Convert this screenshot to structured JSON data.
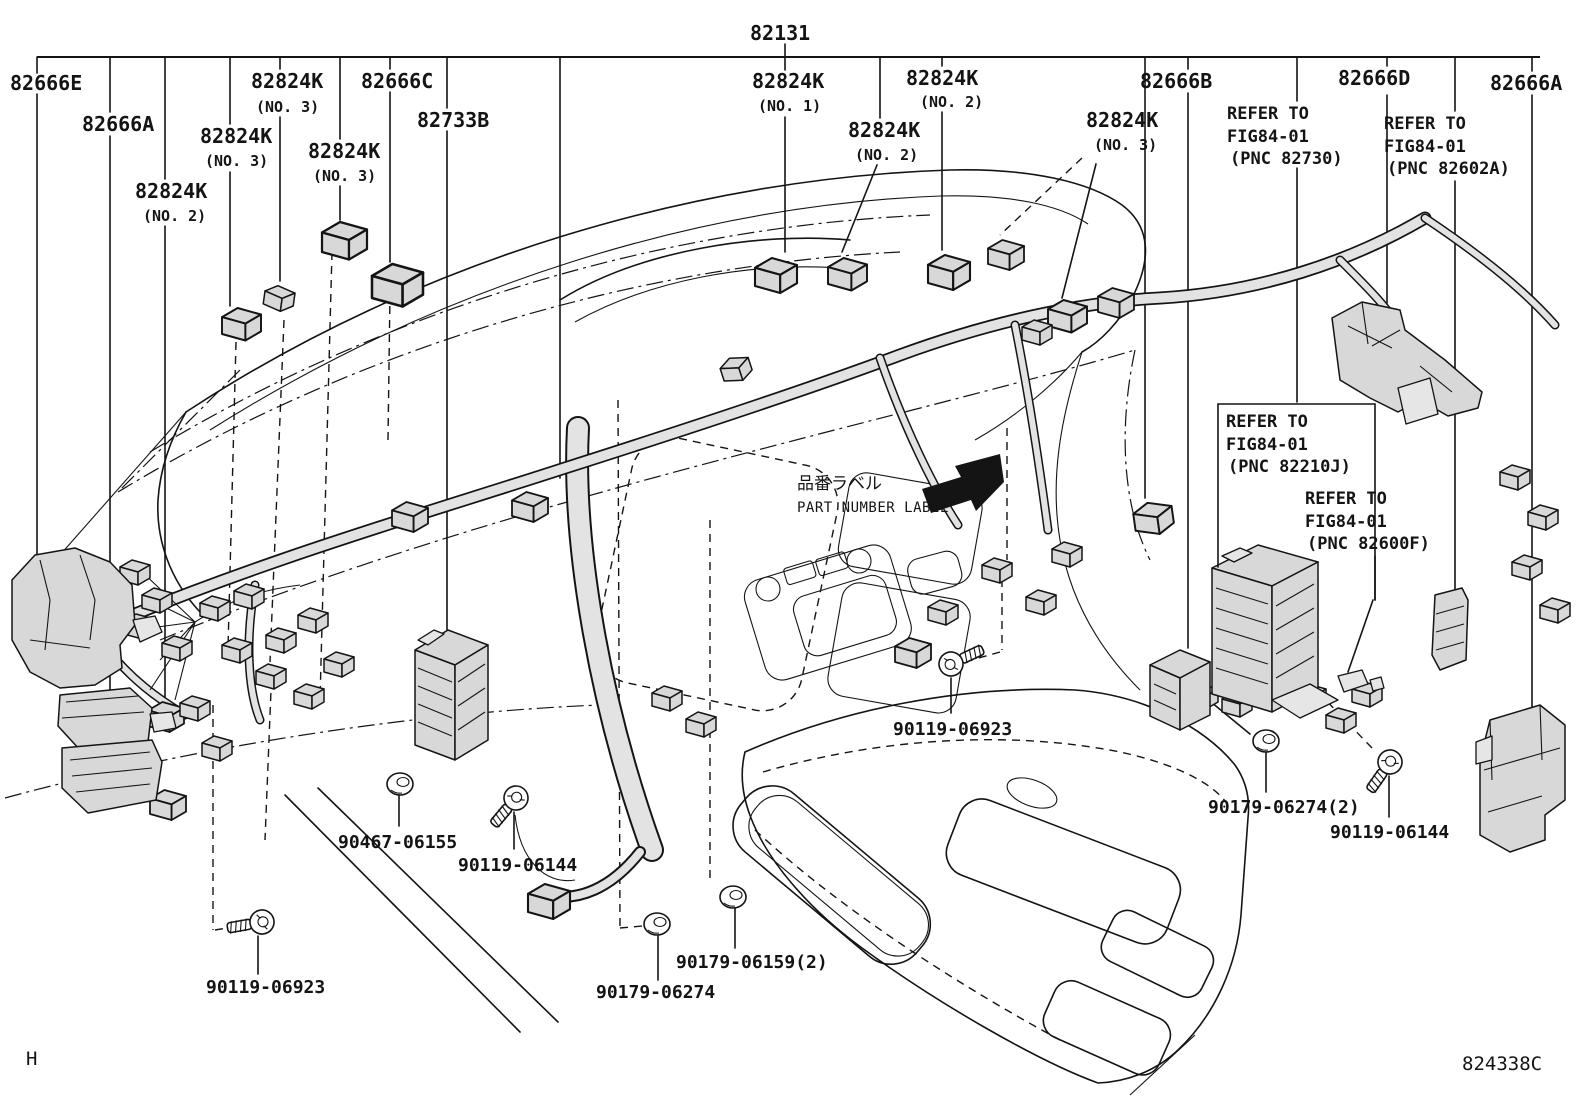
{
  "colors": {
    "background": "#ffffff",
    "ink": "#141414",
    "part_fill": "#d8d8d8",
    "tube_fill": "#e3e3e3"
  },
  "sheet": {
    "corner_mark": "H",
    "drawing_code": "824338C"
  },
  "annotations": {
    "part_number_label_jp": "品番ラベル",
    "part_number_label_en": "PART NUMBER LABEL"
  },
  "top_callouts": [
    {
      "text": "82666E",
      "sub": ""
    },
    {
      "text": "82666A",
      "sub": ""
    },
    {
      "text": "82824K",
      "sub": "(NO. 2)"
    },
    {
      "text": "82824K",
      "sub": "(NO. 3)"
    },
    {
      "text": "82824K",
      "sub": "(NO. 3)"
    },
    {
      "text": "82824K",
      "sub": "(NO. 3)"
    },
    {
      "text": "82666C",
      "sub": ""
    },
    {
      "text": "82733B",
      "sub": ""
    },
    {
      "text": "82131",
      "sub": ""
    },
    {
      "text": "82824K",
      "sub": "(NO. 1)"
    },
    {
      "text": "82824K",
      "sub": "(NO. 2)"
    },
    {
      "text": "82824K",
      "sub": "(NO. 2)"
    },
    {
      "text": "82824K",
      "sub": "(NO. 3)"
    },
    {
      "text": "82666B",
      "sub": ""
    },
    {
      "text": "82666D",
      "sub": ""
    },
    {
      "text": "82666A",
      "sub": ""
    }
  ],
  "refer_notes": [
    {
      "l1": "REFER TO",
      "l2": "FIG84-01",
      "l3": "(PNC 82730)"
    },
    {
      "l1": "REFER TO",
      "l2": "FIG84-01",
      "l3": "(PNC 82602A)"
    },
    {
      "l1": "REFER TO",
      "l2": "FIG84-01",
      "l3": "(PNC 82210J)"
    },
    {
      "l1": "REFER TO",
      "l2": "FIG84-01",
      "l3": "(PNC 82600F)"
    }
  ],
  "fastener_callouts": [
    {
      "text": "90467-06155"
    },
    {
      "text": "90119-06144"
    },
    {
      "text": "90119-06923"
    },
    {
      "text": "90179-06159(2)"
    },
    {
      "text": "90179-06274"
    },
    {
      "text": "90119-06923"
    },
    {
      "text": "90179-06274(2)"
    },
    {
      "text": "90119-06144"
    }
  ]
}
